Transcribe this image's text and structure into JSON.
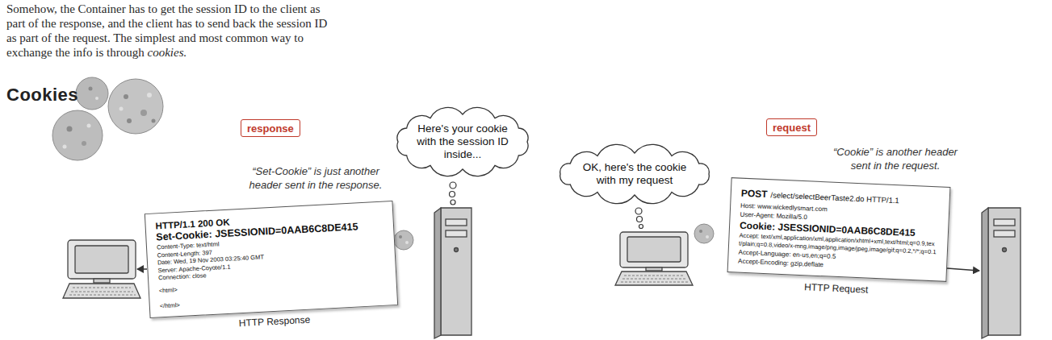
{
  "diagram": {
    "title": "Cookies",
    "nodes": [
      {
        "text": [
          "response"
        ]
      },
      {
        "text": [
          "Here's your cookie with the session ID inside..."
        ]
      },
      {
        "text": [
          "OK, here's the cookie with my request"
        ]
      },
      {
        "text": [
          "request"
        ]
      },
      {
        "text": [
          "HTTP/1.1 200 OK",
          "Set-Cookie: JSESSIONID=0AAB6C8DE415",
          "Content-Type: text/html",
          "Content-Length: 397",
          "Date: Wed, 19 Nov 2003 03:25:40 GMT",
          "Server: Apache-Coyote/1.1",
          "Connection: close",
          "<html>",
          "</html>",
          "HTTP Response"
        ]
      },
      {
        "text": [
          "POST",
          "/select/selectBeerTaste2.do HTTP/1.1",
          "Host: www.wickedlysmart.com",
          "User-Agent: Mozilla/5.0",
          "Cookie: JSESSIONID=0AAB6C8DE415",
          "Accept: text/xml,application/xml,application/xhtml+xml,text/html;q=0.9,text/plain;q=0.8,video/x-mng,image/png,image/jpeg,image/gif;q=0.2,*/*;q=0.1",
          "Accept-Language: en-us,en;q=0.5",
          "Accept-Encoding: gzip,deflate",
          "HTTP Request"
        ]
      }
    ],
    "labels": [
      "Somehow, the Container has to get the session ID to the client as part of the response, and the client has to send back the session ID as part of the request. The simplest and most common way to exchange the info is through",
      "cookies.",
      "“Set-Cookie” is just another header sent in the response.",
      "“Cookie” is another header sent in the request."
    ]
  }
}
